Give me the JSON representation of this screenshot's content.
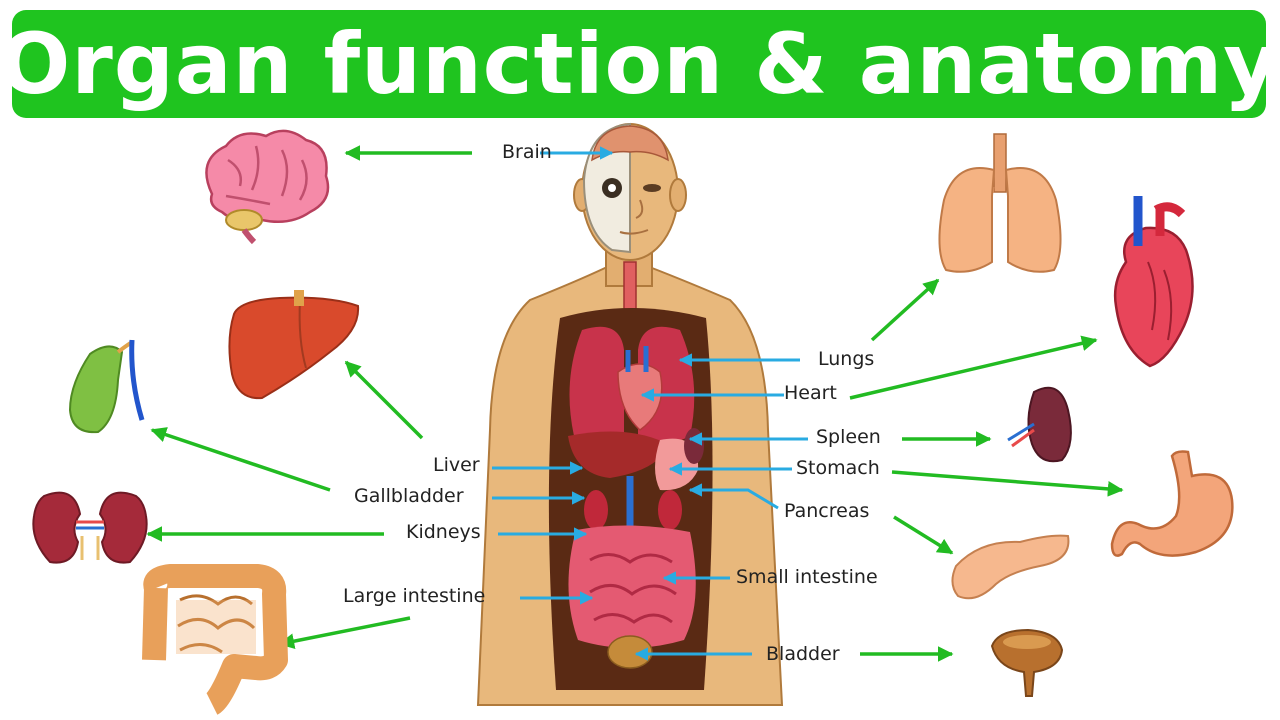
{
  "title": "Organ function & anatomy",
  "colors": {
    "banner": "#1fc41f",
    "label_arrow": "#29abe2",
    "organ_arrow": "#22bb22",
    "skin": "#e8b87c",
    "body_cavity": "#5a2a14"
  },
  "labels": {
    "brain": "Brain",
    "lungs": "Lungs",
    "heart": "Heart",
    "spleen": "Spleen",
    "stomach": "Stomach",
    "pancreas": "Pancreas",
    "liver": "Liver",
    "gallbladder": "Gallbladder",
    "kidneys": "Kidneys",
    "large_intestine": "Large intestine",
    "small_intestine": "Small intestine",
    "bladder": "Bladder"
  },
  "organ_icons": [
    "brain-icon",
    "lungs-icon",
    "heart-icon",
    "liver-icon",
    "gallbladder-icon",
    "spleen-icon",
    "kidneys-icon",
    "stomach-icon",
    "pancreas-icon",
    "large-intestine-icon",
    "bladder-icon"
  ]
}
